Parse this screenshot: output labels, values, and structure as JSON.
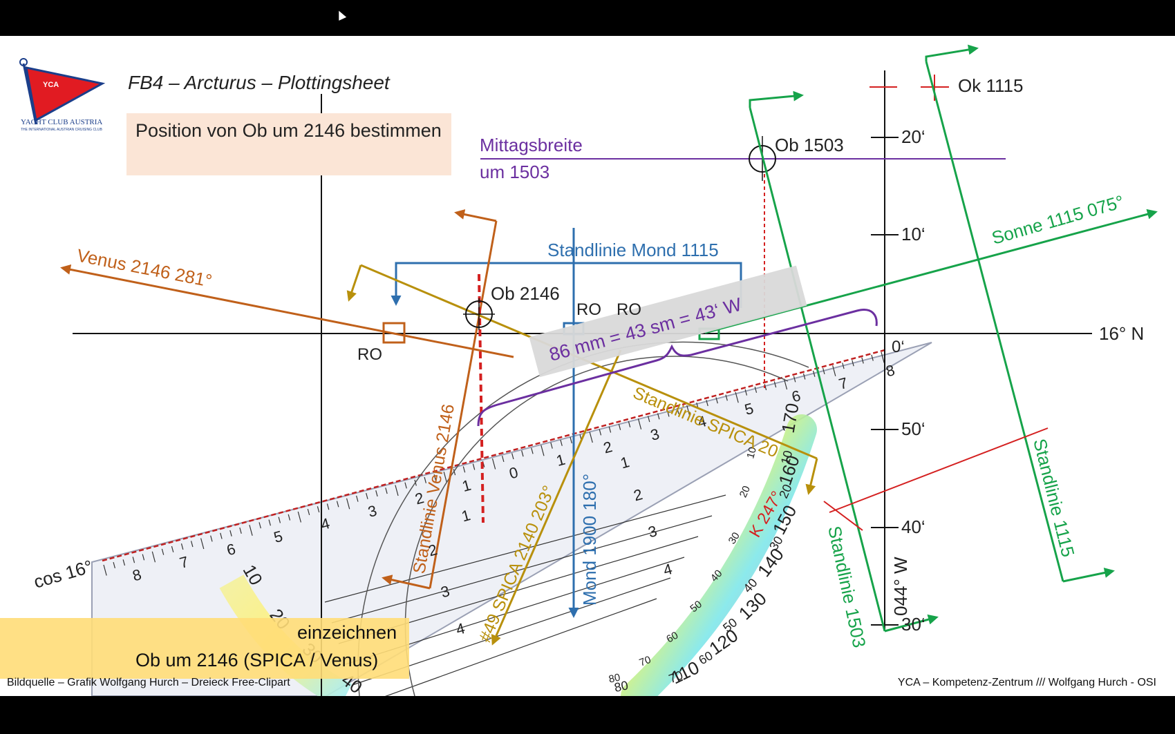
{
  "slide": {
    "title": "FB4 – Arcturus – Plottingsheet",
    "task": "Position von Ob um 2146 bestimmen",
    "logo_text": "YCA",
    "logo_club": "YACHT CLUB AUSTRIA",
    "logo_sub": "THE INTERNATIONAL AUSTRIAN CRUISING CLUB",
    "footer_left": "Bildquelle – Grafik Wolfgang Hurch – Dreieck Free-Clipart",
    "footer_right": "YCA – Kompetenz-Zentrum  ///  Wolfgang Hurch - OSI",
    "overlay_line1": "einzeichnen",
    "overlay_line2": "Ob um 2146 (SPICA / Venus)"
  },
  "sheet": {
    "lat_label": "16° N",
    "lon_label": "044° W",
    "lat_ticks": [
      "20‘",
      "10‘",
      "50‘",
      "40‘",
      "30‘"
    ],
    "zero_label": "0‘",
    "labels": {
      "ok": "Ok 1115",
      "ob1503": "Ob 1503",
      "ob2146": "Ob 2146",
      "mittag1": "Mittagsbreite",
      "mittag2": "um 1503",
      "mond": "Standlinie Mond 1115",
      "venus": "Venus 2146 281°",
      "sonne": "Sonne 1115 075°",
      "ro": "RO",
      "cos": "cos 16°",
      "scale": "86 mm = 43 sm = 43‘ W",
      "sl_spica": "Standlinie SPICA 20",
      "sl_venus": "Standlinie Venus 2146",
      "spica": "#49 SPICA 2140 203°",
      "mond1900": "Mond 1900 180°",
      "sl1503": "Standlinie 1503",
      "sl1115": "Standlinie 1115",
      "k247": "K 247°"
    },
    "colors": {
      "venus": "#c0601a",
      "spica": "#b8900c",
      "mond": "#2e6fae",
      "green": "#16a34a",
      "purple": "#6b2fa0",
      "red": "#d42020"
    },
    "ruler_numbers": [
      "8",
      "7",
      "6",
      "5",
      "4",
      "3",
      "2",
      "1",
      "0",
      "1",
      "2",
      "3",
      "4",
      "5",
      "6",
      "7",
      "8"
    ],
    "ruler_rows": [
      "1",
      "2",
      "3",
      "4"
    ],
    "arc_outer": [
      "10",
      "20",
      "30",
      "40",
      "50",
      "60",
      "70",
      "80"
    ],
    "arc_color": [
      "170",
      "160",
      "150",
      "140",
      "130",
      "120",
      "110"
    ],
    "arc_left": [
      "10",
      "20",
      "30",
      "40"
    ],
    "arc_inner": [
      "10",
      "20",
      "30",
      "40",
      "50",
      "60",
      "70",
      "80"
    ]
  }
}
